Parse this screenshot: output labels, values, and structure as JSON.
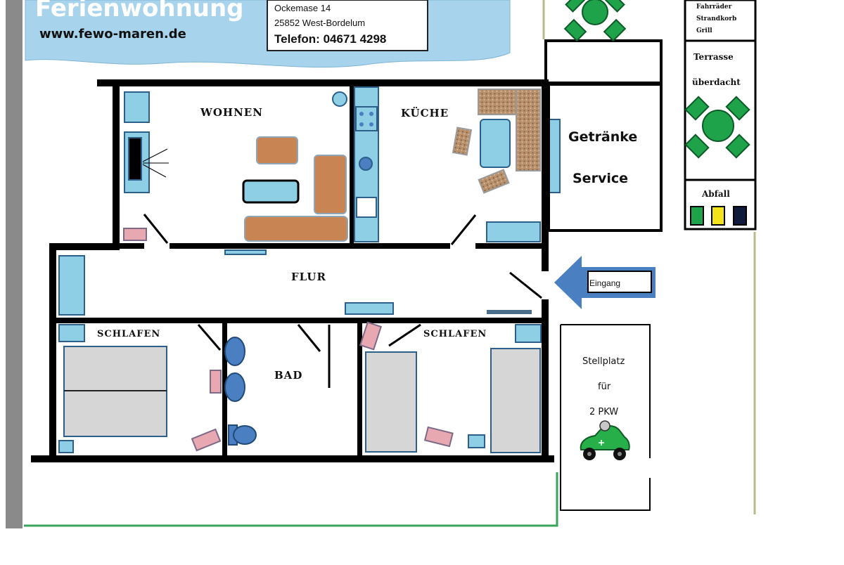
{
  "header": {
    "headline": "Ferienwohnung",
    "website": "www.fewo-maren.de",
    "address_street": "Ockemase 14",
    "address_city": "25852 West-Bordelum",
    "phone": "Telefon:  04671 4298"
  },
  "rooms": {
    "wohnen": "WOHNEN",
    "kueche": "KÜCHE",
    "flur": "FLUR",
    "schlafen_left": "SCHLAFEN",
    "bad": "BAD",
    "schlafen_right": "SCHLAFEN"
  },
  "service": {
    "line1": "Getränke",
    "line2": "Service"
  },
  "outdoor": {
    "storage_line1": "Fahrräder",
    "storage_line2": "Strandkorb",
    "storage_line3": "Grill",
    "terrace_line1": "Terrasse",
    "terrace_line2": "überdacht",
    "waste": "Abfall"
  },
  "entrance": "Eingang",
  "parking": {
    "line1": "Stellplatz",
    "line2": "für",
    "line3": "2 PKW"
  },
  "colors": {
    "wall": "#000000",
    "furniture_blue": "#8ecfe6",
    "furniture_brown": "#c98454",
    "bed_gray": "#d6d6d6",
    "header_blue": "#9fd0ea",
    "arrow_blue": "#4a7fc1",
    "table_green": "#1fa34a",
    "bin_yellow": "#f2e21b",
    "bin_green": "#1fa34a",
    "bin_black": "#101a3a",
    "lawn_line": "#3aa35c",
    "frame_gray": "#8a8a8a"
  }
}
